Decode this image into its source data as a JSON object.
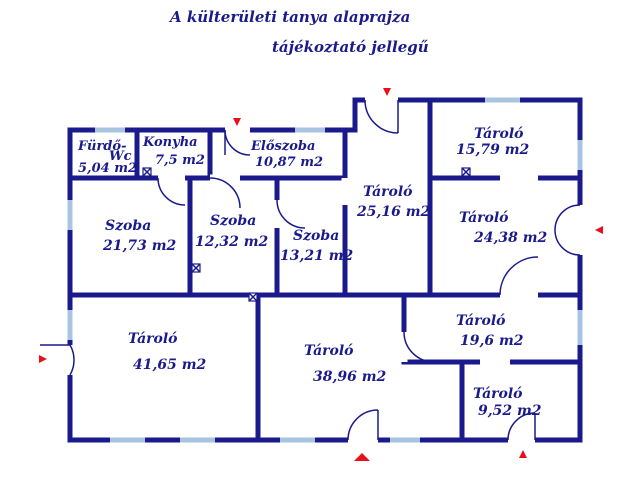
{
  "title": "A külterületi tanya alaprajza",
  "subtitle": "tájékoztató jellegű",
  "rooms": [
    {
      "key": "furdo",
      "name": "Fürdő-",
      "area": "5,04 m2"
    },
    {
      "key": "wc",
      "name": "Wc",
      "area": ""
    },
    {
      "key": "konyha",
      "name": "Konyha",
      "area": "7,5 m2"
    },
    {
      "key": "eloszoba",
      "name": "Előszoba",
      "area": "10,87 m2"
    },
    {
      "key": "szoba1",
      "name": "Szoba",
      "area": "21,73 m2"
    },
    {
      "key": "szoba2",
      "name": "Szoba",
      "area": "12,32 m2"
    },
    {
      "key": "szoba3",
      "name": "Szoba",
      "area": "13,21 m2"
    },
    {
      "key": "taroloA",
      "name": "Tároló",
      "area": "25,16 m2"
    },
    {
      "key": "taroloB",
      "name": "Tároló",
      "area": "15,79 m2"
    },
    {
      "key": "taroloC",
      "name": "Tároló",
      "area": "24,38 m2"
    },
    {
      "key": "taroloD",
      "name": "Tároló",
      "area": "41,65 m2"
    },
    {
      "key": "taroloE",
      "name": "Tároló",
      "area": "38,96 m2"
    },
    {
      "key": "taroloF",
      "name": "Tároló",
      "area": "19,6 m2"
    },
    {
      "key": "taroloG",
      "name": "Tároló",
      "area": "9,52 m2"
    }
  ],
  "colors": {
    "wall": "#1a1a8c",
    "window": "#a8c4e0",
    "entrance_arrow": "#e8101a"
  },
  "icons": [
    "entrance-arrow-icon",
    "ventilation-box-icon"
  ]
}
